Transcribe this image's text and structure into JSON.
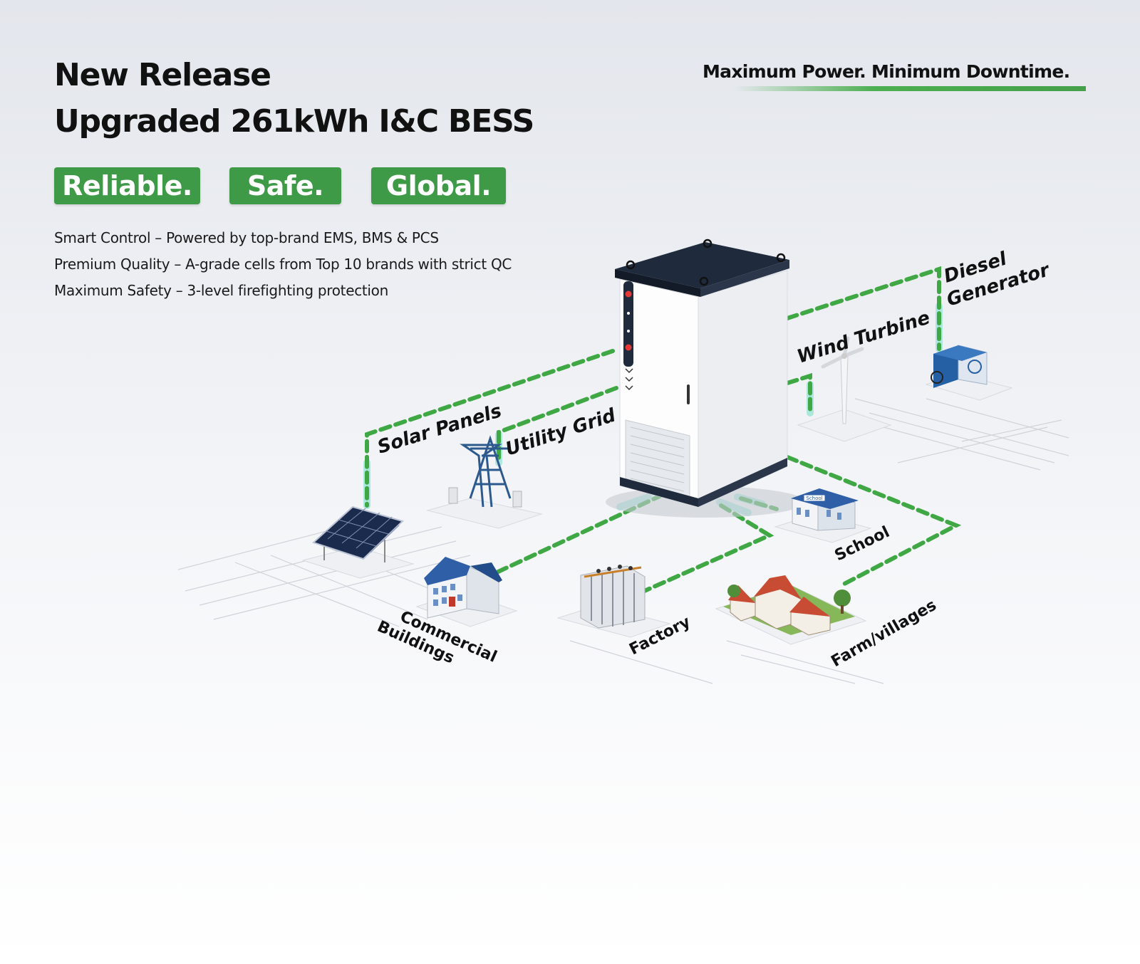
{
  "header": {
    "line1": "New Release",
    "line2": "Upgraded 261kWh I&C BESS",
    "tagline": "Maximum Power. Minimum Downtime."
  },
  "badges": [
    "Reliable.",
    "Safe.",
    "Global."
  ],
  "features": [
    "Smart Control – Powered by top-brand EMS, BMS & PCS",
    "Premium Quality – A-grade cells from Top 10 brands with strict QC",
    "Maximum Safety – 3-level firefighting protection"
  ],
  "diagram": {
    "sources": {
      "solar": "Solar Panels",
      "grid": "Utility Grid",
      "wind": "Wind Turbine",
      "diesel_line1": "Diesel",
      "diesel_line2": "Generator"
    },
    "loads": {
      "commercial_line1": "Commercial",
      "commercial_line2": "Buildings",
      "factory": "Factory",
      "farm": "Farm/villages",
      "school": "School",
      "school_sign": "School"
    }
  },
  "colors": {
    "accent_green": "#3e9a47",
    "link_green": "#3fa845",
    "cabinet_top": "#1f2a3c"
  }
}
